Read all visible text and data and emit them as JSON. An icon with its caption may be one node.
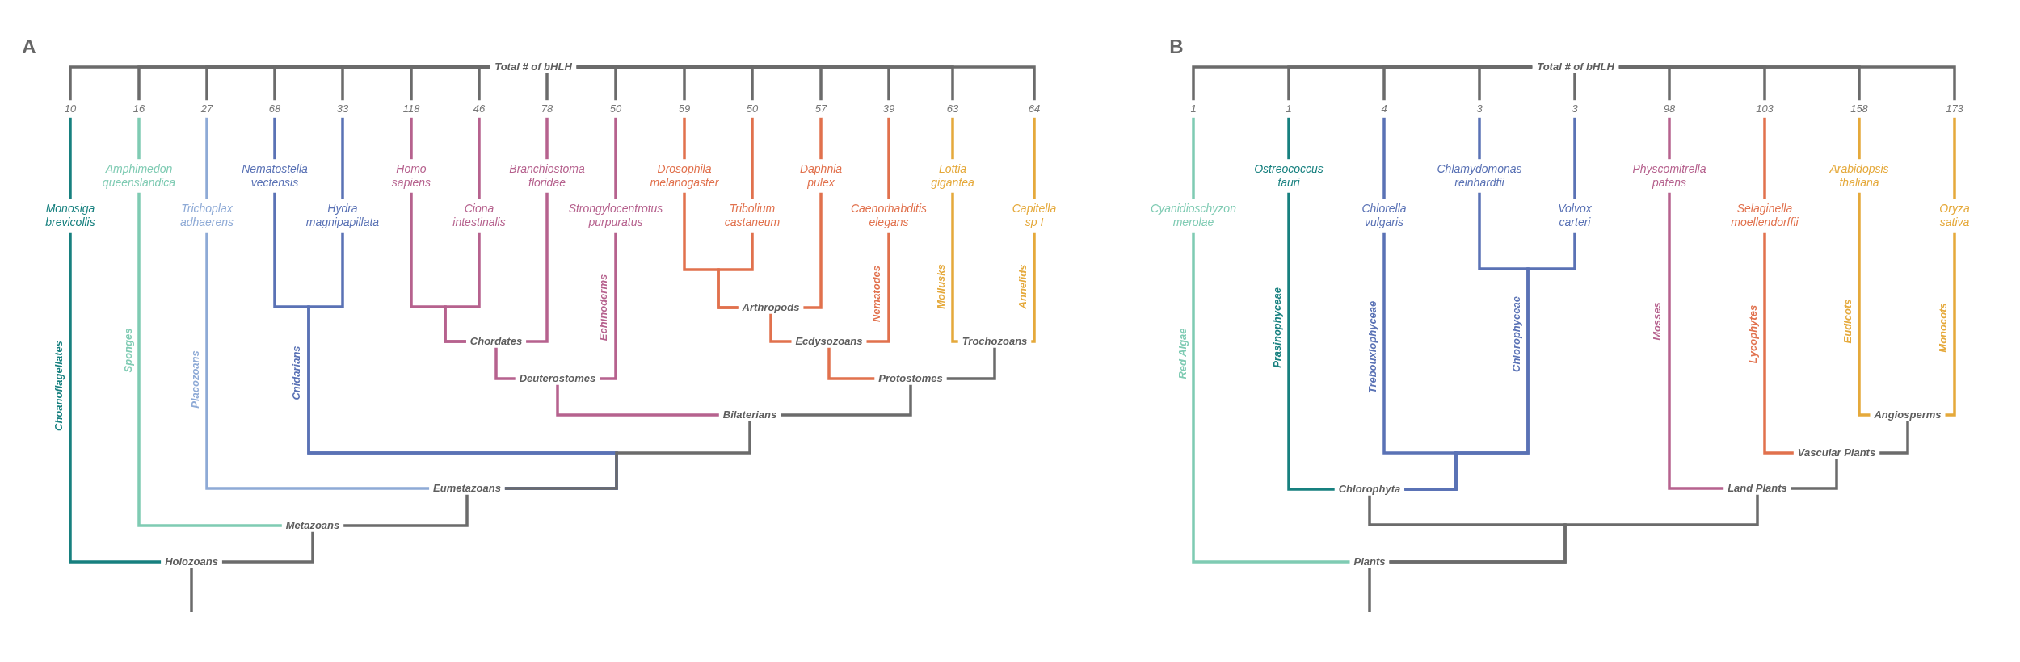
{
  "diagram": {
    "nodes": [
      {
        "text": [
          "Total # of bHLH"
        ]
      },
      {
        "text": [
          "10"
        ]
      },
      {
        "text": [
          "16"
        ]
      },
      {
        "text": [
          "27"
        ]
      },
      {
        "text": [
          "68"
        ]
      },
      {
        "text": [
          "33"
        ]
      },
      {
        "text": [
          "118"
        ]
      },
      {
        "text": [
          "46"
        ]
      },
      {
        "text": [
          "78"
        ]
      },
      {
        "text": [
          "50"
        ]
      },
      {
        "text": [
          "59"
        ]
      },
      {
        "text": [
          "50"
        ]
      },
      {
        "text": [
          "57"
        ]
      },
      {
        "text": [
          "39"
        ]
      },
      {
        "text": [
          "63"
        ]
      },
      {
        "text": [
          "64"
        ]
      },
      {
        "text": [
          "Monosiga brevicollis"
        ]
      },
      {
        "text": [
          "Amphimedon queenslandica"
        ]
      },
      {
        "text": [
          "Trichoplax adhaerens"
        ]
      },
      {
        "text": [
          "Nematostella vectensis"
        ]
      },
      {
        "text": [
          "Hydra magnipapillata"
        ]
      },
      {
        "text": [
          "Homo sapiens"
        ]
      },
      {
        "text": [
          "Ciona intestinalis"
        ]
      },
      {
        "text": [
          "Branchiostoma floridae"
        ]
      },
      {
        "text": [
          "Strongylocentrotus purpuratus"
        ]
      },
      {
        "text": [
          "Drosophila melanogaster"
        ]
      },
      {
        "text": [
          "Tribolium castaneum"
        ]
      },
      {
        "text": [
          "Daphnia pulex"
        ]
      },
      {
        "text": [
          "Caenorhabditis elegans"
        ]
      },
      {
        "text": [
          "Lottia gigantea"
        ]
      },
      {
        "text": [
          "Capitella sp I"
        ]
      },
      {
        "text": [
          "Arthropods"
        ]
      },
      {
        "text": [
          "Chordates"
        ]
      },
      {
        "text": [
          "Ecdysozoans"
        ]
      },
      {
        "text": [
          "Trochozoans"
        ]
      },
      {
        "text": [
          "Deuterostomes"
        ]
      },
      {
        "text": [
          "Protostomes"
        ]
      },
      {
        "text": [
          "Bilaterians"
        ]
      },
      {
        "text": [
          "Eumetazoans"
        ]
      },
      {
        "text": [
          "Metazoans"
        ]
      },
      {
        "text": [
          "Holozoans"
        ]
      },
      {
        "text": [
          "Total # of bHLH"
        ]
      },
      {
        "text": [
          "1"
        ]
      },
      {
        "text": [
          "1"
        ]
      },
      {
        "text": [
          "4"
        ]
      },
      {
        "text": [
          "3"
        ]
      },
      {
        "text": [
          "3"
        ]
      },
      {
        "text": [
          "98"
        ]
      },
      {
        "text": [
          "103"
        ]
      },
      {
        "text": [
          "158"
        ]
      },
      {
        "text": [
          "173"
        ]
      },
      {
        "text": [
          "Cyanidioschyzon merolae"
        ]
      },
      {
        "text": [
          "Ostreococcus tauri"
        ]
      },
      {
        "text": [
          "Chlorella vulgaris"
        ]
      },
      {
        "text": [
          "Chlamydomonas reinhardtii"
        ]
      },
      {
        "text": [
          "Volvox carteri"
        ]
      },
      {
        "text": [
          "Physcomitrella patens"
        ]
      },
      {
        "text": [
          "Selaginella moellendorffii"
        ]
      },
      {
        "text": [
          "Arabidopsis thaliana"
        ]
      },
      {
        "text": [
          "Oryza sativa"
        ]
      },
      {
        "text": [
          "Angiosperms"
        ]
      },
      {
        "text": [
          "Vascular Plants"
        ]
      },
      {
        "text": [
          "Chlorophyta"
        ]
      },
      {
        "text": [
          "Land Plants"
        ]
      },
      {
        "text": [
          "Plants"
        ]
      }
    ],
    "edges": [
      {
        "from": 0,
        "to": 1,
        "arrow": "none",
        "color": "#6b6b6b"
      },
      {
        "from": 0,
        "to": 2,
        "arrow": "none",
        "color": "#6b6b6b"
      },
      {
        "from": 0,
        "to": 3,
        "arrow": "none",
        "color": "#6b6b6b"
      },
      {
        "from": 0,
        "to": 4,
        "arrow": "none",
        "color": "#6b6b6b"
      },
      {
        "from": 0,
        "to": 5,
        "arrow": "none",
        "color": "#6b6b6b"
      },
      {
        "from": 0,
        "to": 6,
        "arrow": "none",
        "color": "#6b6b6b"
      },
      {
        "from": 0,
        "to": 7,
        "arrow": "none",
        "color": "#6b6b6b"
      },
      {
        "from": 0,
        "to": 8,
        "arrow": "none",
        "color": "#6b6b6b"
      },
      {
        "from": 0,
        "to": 9,
        "arrow": "none",
        "color": "#6b6b6b"
      },
      {
        "from": 0,
        "to": 10,
        "arrow": "none",
        "color": "#6b6b6b"
      },
      {
        "from": 0,
        "to": 11,
        "arrow": "none",
        "color": "#6b6b6b"
      },
      {
        "from": 0,
        "to": 12,
        "arrow": "none",
        "color": "#6b6b6b"
      },
      {
        "from": 0,
        "to": 13,
        "arrow": "none",
        "color": "#6b6b6b"
      },
      {
        "from": 0,
        "to": 14,
        "arrow": "none",
        "color": "#6b6b6b"
      },
      {
        "from": 0,
        "to": 15,
        "arrow": "none",
        "color": "#6b6b6b"
      },
      {
        "from": 1,
        "to": 16,
        "arrow": "none",
        "color": "#17807f"
      },
      {
        "from": 2,
        "to": 17,
        "arrow": "none",
        "color": "#7fcbb3"
      },
      {
        "from": 3,
        "to": 18,
        "arrow": "none",
        "color": "#8eaad6"
      },
      {
        "from": 4,
        "to": 19,
        "arrow": "none",
        "color": "#5a72b5"
      },
      {
        "from": 5,
        "to": 20,
        "arrow": "none",
        "color": "#5a72b5"
      },
      {
        "from": 6,
        "to": 21,
        "arrow": "none",
        "color": "#b6628e"
      },
      {
        "from": 7,
        "to": 22,
        "arrow": "none",
        "color": "#b6628e"
      },
      {
        "from": 8,
        "to": 23,
        "arrow": "none",
        "color": "#b6628e"
      },
      {
        "from": 9,
        "to": 24,
        "arrow": "none",
        "color": "#b6628e"
      },
      {
        "from": 10,
        "to": 25,
        "arrow": "none",
        "color": "#e1714d"
      },
      {
        "from": 11,
        "to": 26,
        "arrow": "none",
        "color": "#e1714d"
      },
      {
        "from": 12,
        "to": 27,
        "arrow": "none",
        "color": "#e1714d"
      },
      {
        "from": 13,
        "to": 28,
        "arrow": "none",
        "color": "#e1714d"
      },
      {
        "from": 14,
        "to": 29,
        "arrow": "none",
        "color": "#e5a93b"
      },
      {
        "from": 15,
        "to": 30,
        "arrow": "none",
        "color": "#e5a93b"
      },
      {
        "from": 16,
        "to": 40,
        "arrow": "none",
        "color": "#17807f",
        "label": "Choanoflagellates"
      },
      {
        "from": 17,
        "to": 39,
        "arrow": "none",
        "color": "#7fcbb3",
        "label": "Sponges"
      },
      {
        "from": 18,
        "to": 38,
        "arrow": "none",
        "color": "#8eaad6",
        "label": "Placozoans"
      },
      {
        "from": 19,
        "to": 38,
        "arrow": "none",
        "color": "#5a72b5"
      },
      {
        "from": 20,
        "to": 38,
        "arrow": "none",
        "color": "#5a72b5",
        "label": "Cnidarians"
      },
      {
        "from": 21,
        "to": 32,
        "arrow": "none",
        "color": "#b6628e"
      },
      {
        "from": 22,
        "to": 32,
        "arrow": "none",
        "color": "#b6628e"
      },
      {
        "from": 23,
        "to": 32,
        "arrow": "none",
        "color": "#b6628e"
      },
      {
        "from": 32,
        "to": 35,
        "arrow": "none",
        "color": "#b6628e"
      },
      {
        "from": 24,
        "to": 35,
        "arrow": "none",
        "color": "#b6628e",
        "label": "Echinoderms"
      },
      {
        "from": 25,
        "to": 31,
        "arrow": "none",
        "color": "#e1714d"
      },
      {
        "from": 26,
        "to": 31,
        "arrow": "none",
        "color": "#e1714d"
      },
      {
        "from": 27,
        "to": 31,
        "arrow": "none",
        "color": "#e1714d"
      },
      {
        "from": 31,
        "to": 33,
        "arrow": "none",
        "color": "#e1714d"
      },
      {
        "from": 28,
        "to": 33,
        "arrow": "none",
        "color": "#e1714d",
        "label": "Nematodes"
      },
      {
        "from": 29,
        "to": 34,
        "arrow": "none",
        "color": "#e5a93b",
        "label": "Mollusks"
      },
      {
        "from": 30,
        "to": 34,
        "arrow": "none",
        "color": "#e5a93b",
        "label": "Annelids"
      },
      {
        "from": 33,
        "to": 36,
        "arrow": "none",
        "color": "#e1714d"
      },
      {
        "from": 34,
        "to": 36,
        "arrow": "none",
        "color": "#6b6b6b"
      },
      {
        "from": 35,
        "to": 37,
        "arrow": "none",
        "color": "#b6628e"
      },
      {
        "from": 36,
        "to": 37,
        "arrow": "none",
        "color": "#6b6b6b"
      },
      {
        "from": 37,
        "to": 38,
        "arrow": "none",
        "color": "#6b6b6b"
      },
      {
        "from": 38,
        "to": 39,
        "arrow": "none",
        "color": "#6b6b6b"
      },
      {
        "from": 39,
        "to": 40,
        "arrow": "none",
        "color": "#6b6b6b"
      },
      {
        "from": 40,
        "to": null,
        "arrow": "none",
        "color": "#6b6b6b"
      },
      {
        "from": 41,
        "to": 42,
        "arrow": "none",
        "color": "#6b6b6b"
      },
      {
        "from": 41,
        "to": 43,
        "arrow": "none",
        "color": "#6b6b6b"
      },
      {
        "from": 41,
        "to": 44,
        "arrow": "none",
        "color": "#6b6b6b"
      },
      {
        "from": 41,
        "to": 45,
        "arrow": "none",
        "color": "#6b6b6b"
      },
      {
        "from": 41,
        "to": 46,
        "arrow": "none",
        "color": "#6b6b6b"
      },
      {
        "from": 41,
        "to": 47,
        "arrow": "none",
        "color": "#6b6b6b"
      },
      {
        "from": 41,
        "to": 48,
        "arrow": "none",
        "color": "#6b6b6b"
      },
      {
        "from": 41,
        "to": 49,
        "arrow": "none",
        "color": "#6b6b6b"
      },
      {
        "from": 41,
        "to": 50,
        "arrow": "none",
        "color": "#6b6b6b"
      },
      {
        "from": 42,
        "to": 51,
        "arrow": "none",
        "color": "#7fcbb3"
      },
      {
        "from": 43,
        "to": 52,
        "arrow": "none",
        "color": "#17807f"
      },
      {
        "from": 44,
        "to": 53,
        "arrow": "none",
        "color": "#5a72b5"
      },
      {
        "from": 45,
        "to": 54,
        "arrow": "none",
        "color": "#5a72b5"
      },
      {
        "from": 46,
        "to": 55,
        "arrow": "none",
        "color": "#5a72b5"
      },
      {
        "from": 47,
        "to": 56,
        "arrow": "none",
        "color": "#b6628e"
      },
      {
        "from": 48,
        "to": 57,
        "arrow": "none",
        "color": "#e1714d"
      },
      {
        "from": 49,
        "to": 58,
        "arrow": "none",
        "color": "#e5a93b"
      },
      {
        "from": 50,
        "to": 59,
        "arrow": "none",
        "color": "#e5a93b"
      },
      {
        "from": 51,
        "to": 64,
        "arrow": "none",
        "color": "#7fcbb3",
        "label": "Red Algae"
      },
      {
        "from": 52,
        "to": 62,
        "arrow": "none",
        "color": "#17807f",
        "label": "Prasinophyceae"
      },
      {
        "from": 53,
        "to": 62,
        "arrow": "none",
        "color": "#5a72b5",
        "label": "Trebouxiophyceae"
      },
      {
        "from": 54,
        "to": 62,
        "arrow": "none",
        "color": "#5a72b5"
      },
      {
        "from": 55,
        "to": 62,
        "arrow": "none",
        "color": "#5a72b5",
        "label": "Chlorophyceae"
      },
      {
        "from": 56,
        "to": 63,
        "arrow": "none",
        "color": "#b6628e",
        "label": "Mosses"
      },
      {
        "from": 57,
        "to": 61,
        "arrow": "none",
        "color": "#e1714d",
        "label": "Lycophytes"
      },
      {
        "from": 58,
        "to": 60,
        "arrow": "none",
        "color": "#e5a93b",
        "label": "Eudicots"
      },
      {
        "from": 59,
        "to": 60,
        "arrow": "none",
        "color": "#e5a93b",
        "label": "Monocots"
      },
      {
        "from": 60,
        "to": 61,
        "arrow": "none",
        "color": "#6b6b6b"
      },
      {
        "from": 61,
        "to": 63,
        "arrow": "none",
        "color": "#6b6b6b"
      },
      {
        "from": 62,
        "to": 64,
        "arrow": "none",
        "color": "#6b6b6b"
      },
      {
        "from": 63,
        "to": 64,
        "arrow": "none",
        "color": "#6b6b6b"
      },
      {
        "from": 64,
        "to": null,
        "arrow": "none",
        "color": "#6b6b6b"
      }
    ],
    "labels": [
      "A",
      "B"
    ]
  }
}
